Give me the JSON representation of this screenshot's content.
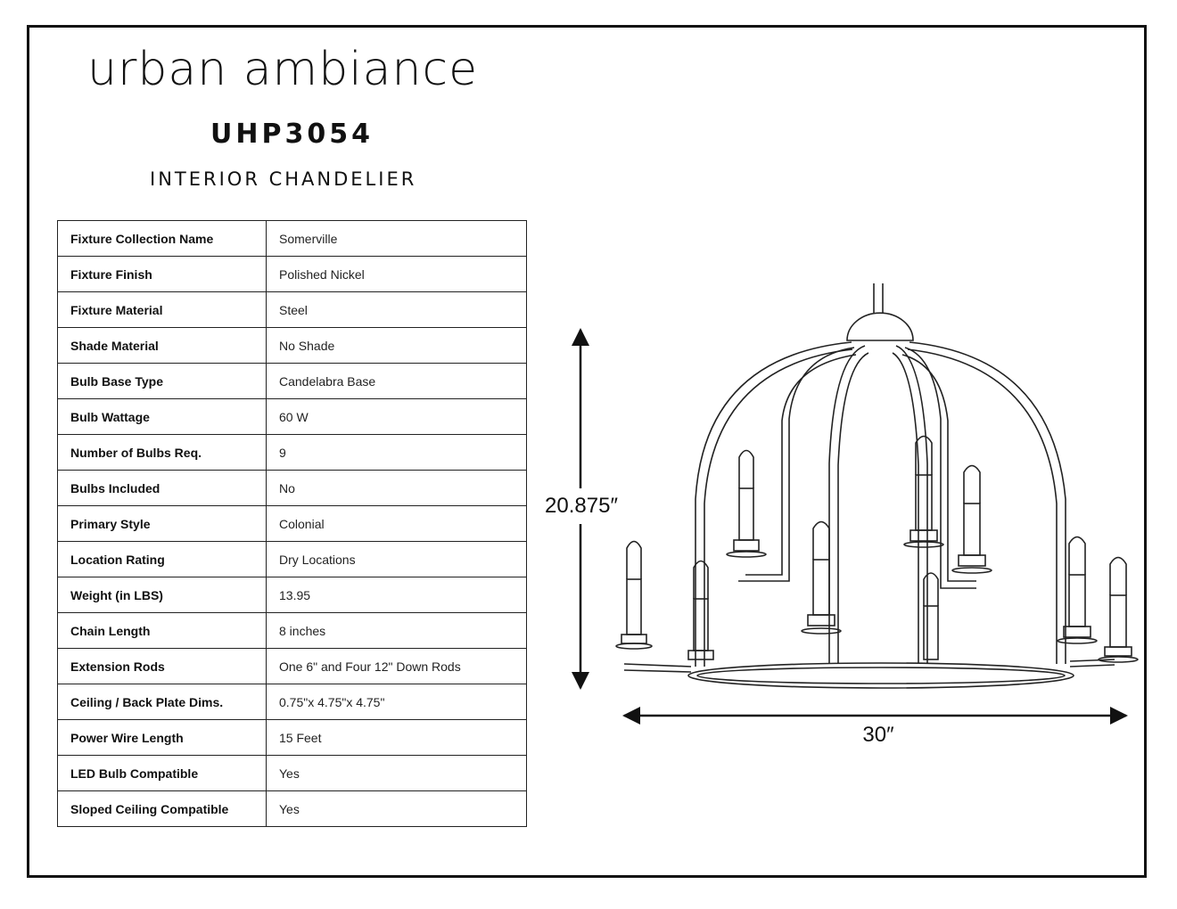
{
  "header": {
    "brand": "urban ambiance",
    "model": "UHP3054",
    "subtitle": "INTERIOR CHANDELIER"
  },
  "specs": [
    {
      "label": "Fixture Collection Name",
      "value": "Somerville"
    },
    {
      "label": "Fixture Finish",
      "value": "Polished Nickel"
    },
    {
      "label": "Fixture Material",
      "value": "Steel"
    },
    {
      "label": "Shade Material",
      "value": "No Shade"
    },
    {
      "label": "Bulb Base Type",
      "value": "Candelabra Base"
    },
    {
      "label": "Bulb Wattage",
      "value": "60 W"
    },
    {
      "label": "Number of Bulbs Req.",
      "value": "9"
    },
    {
      "label": "Bulbs Included",
      "value": "No"
    },
    {
      "label": "Primary Style",
      "value": "Colonial"
    },
    {
      "label": "Location Rating",
      "value": "Dry Locations"
    },
    {
      "label": "Weight (in LBS)",
      "value": "13.95"
    },
    {
      "label": "Chain Length",
      "value": "8 inches"
    },
    {
      "label": "Extension Rods",
      "value": "One 6\" and Four 12\" Down Rods"
    },
    {
      "label": "Ceiling / Back Plate Dims.",
      "value": "0.75\"x 4.75\"x 4.75\""
    },
    {
      "label": "Power Wire Length",
      "value": "15 Feet"
    },
    {
      "label": "LED Bulb Compatible",
      "value": "Yes"
    },
    {
      "label": "Sloped Ceiling Compatible",
      "value": "Yes"
    }
  ],
  "diagram": {
    "height_label": "20.875″",
    "width_label": "30″"
  }
}
